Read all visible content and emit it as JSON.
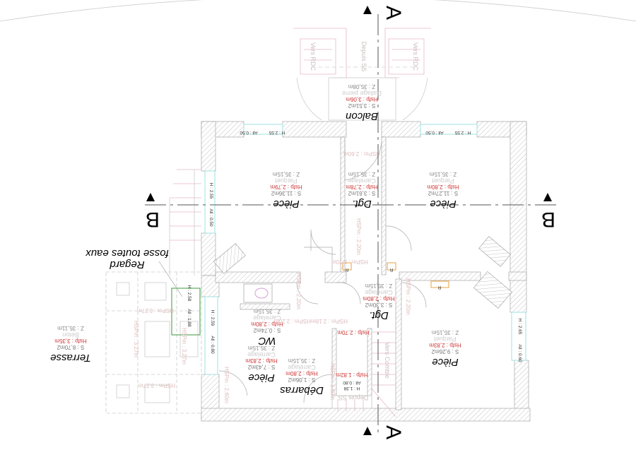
{
  "section_markers": {
    "a": "A",
    "b": "B"
  },
  "rooms": {
    "balcon": {
      "name": "Balcon",
      "surface": "S : 3,51m2",
      "hsfp": "Hsfp : 3,06m",
      "floor": "Dallage pierre",
      "z": "Z : 35,08m"
    },
    "piece_left": {
      "name": "Pièce",
      "surface": "S : 11,36m2",
      "hsfp": "Hsfp : 2,79m",
      "floor": "Parquet",
      "z": "Z : 35,15m"
    },
    "dgt_top": {
      "name": "Dgt.",
      "surface": "S : 3,61m2",
      "hsfp": "Hsfp : 2,78m",
      "floor": "Carrelage",
      "z": "Z : 35,15m"
    },
    "piece_right": {
      "name": "Pièce",
      "surface": "S : 11,27m2",
      "hsfp": "Hsfp : 2,80m",
      "floor": "Parquet",
      "z": "Z : 35,15m"
    },
    "piece_bottom_right": {
      "name": "Pièce",
      "surface": "S : 9,26m2",
      "hsfp": "Hsfp : 2,83m",
      "floor": "Parquet",
      "z": "Z : 35,15m"
    },
    "wc": {
      "name": "WC",
      "surface": "S : 0,74m2",
      "hsfp": "Hsfp : 2,80m",
      "floor": "Carrelage",
      "z": "Z : 35,15m"
    },
    "piece_mid": {
      "name": "Pièce",
      "surface": "S : 7,43m2",
      "hsfp": "Hsfp : 2,83m",
      "floor": "Carrelage",
      "z": "Z : 35,15m"
    },
    "debarras": {
      "name": "Débarras",
      "surface": "S : 1,06m2",
      "hsfp": "Hsfp : 2,80m",
      "floor": "Carrelage",
      "z": "Z : 35,15m"
    },
    "dgt_bottom": {
      "name": "Dgt.",
      "surface": "S : 3,30m2",
      "hsfp": "Hsfp : 2,80m",
      "floor": "Carrelage",
      "z": "Z : 35,15m"
    },
    "terrasse": {
      "name": "Terrasse",
      "surface": "S : 8,70m2",
      "hsfp": "Hsfp : 3,35m",
      "floor": "Béton",
      "z": "Z : 35,11m"
    }
  },
  "windows": {
    "top_left": {
      "h": "H : 2.55",
      "all": "All : 0.50"
    },
    "top_right": {
      "h": "H : 2.55",
      "all": "All : 0.50"
    },
    "left_upper": {
      "h": "H : 2.55",
      "all": "All : 0.50"
    },
    "left_lower": {
      "h": "H : 2.59",
      "all": "All : 0.80"
    },
    "regard": {
      "h": "H : 2.58",
      "all": "All : 1.88"
    },
    "right_lower": {
      "h": "H : 2.65",
      "all": "All : 0.60"
    },
    "stair": {
      "h": "H : 1.38",
      "all": "All : 0.80"
    }
  },
  "hsp_labels": {
    "dgt_door": "HSPm : 2.60m",
    "left_door": "HSPm : 2.20m",
    "corridor": "HSPm : 2.70m",
    "mid": "HSPm : 2.18mHSPm : 2.20m",
    "wc_side": "HSPm : 2.20m",
    "right_door": "HSPm : 2.20m",
    "piece_door": "HSPm : 2.60m",
    "debarras_door": "HSPm : 1.60m",
    "stair_top": "Hsfp : 2.70m",
    "stair_bottom": "Hsfp : 1.82m",
    "terrasse_a": "HSPm : 3.27m",
    "terrasse_b": "HSPm : 3.27m",
    "terrasse_c": "HSPm : 3.27m",
    "terrasse_d": "HSPm : 3.27m"
  },
  "stairs": {
    "vers_rdc_left": "Vers RDC",
    "depuis_ss_top": "Depuis SS",
    "vers_rdc_right": "Vers RDC",
    "vers_comble": "Vers Comble",
    "depuis_ss_bottom": "Depuis SS"
  },
  "annotations": {
    "regard_line1": "Regard",
    "regard_line2": "fosse toutes eaux",
    "radiator": "R"
  },
  "colors": {
    "wall_hatch": "#999999",
    "hsfp_red": "#cc3333",
    "regard_green": "#3a9a3a",
    "window_cyan": "#9fe0e0",
    "radiator_orange": "#e8a040"
  }
}
